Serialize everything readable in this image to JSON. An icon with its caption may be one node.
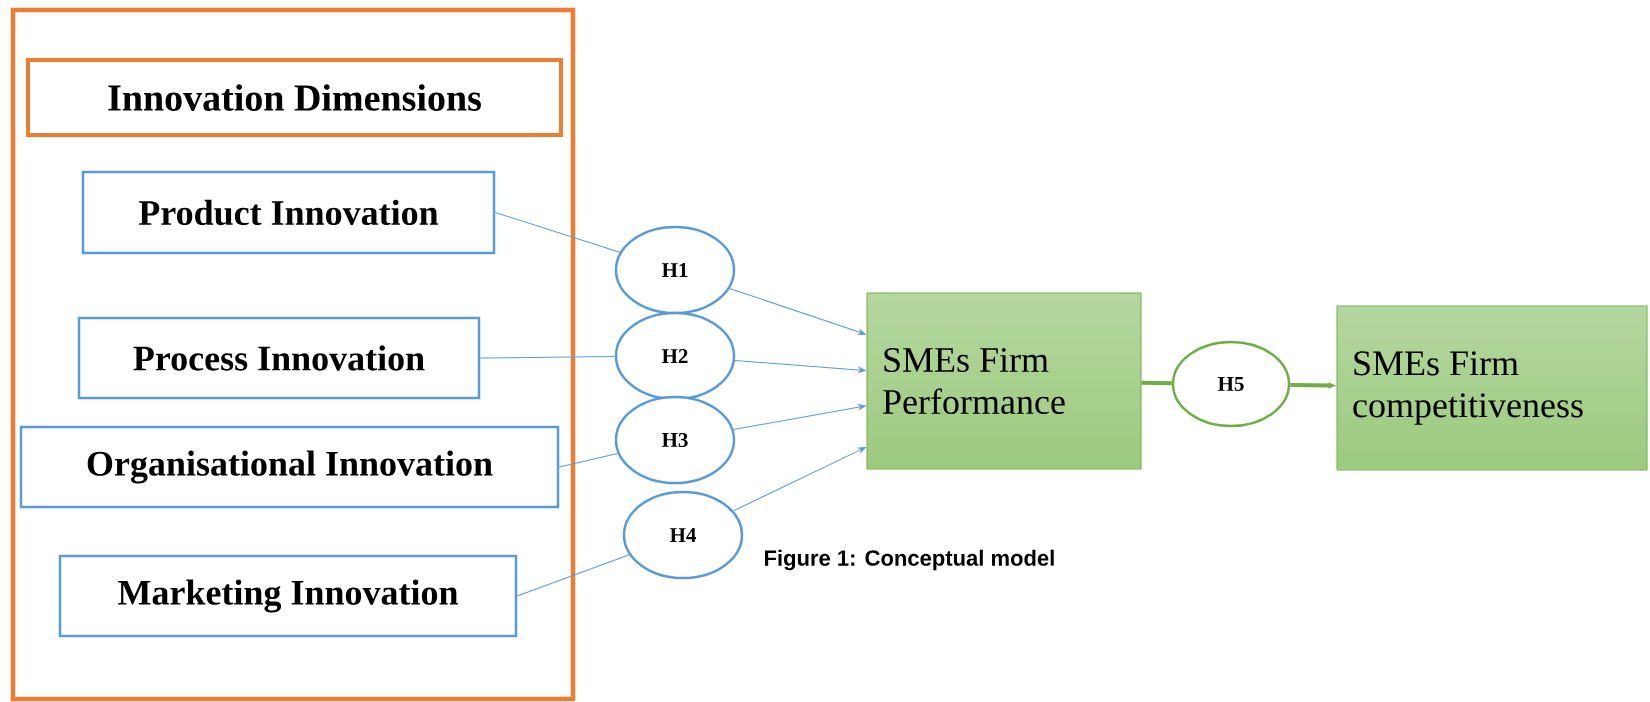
{
  "diagram": {
    "caption": "Figure 1: Conceptual model",
    "nodes": [
      {
        "text": [],
        "shape": "box"
      },
      {
        "text": [
          "Innovation Dimensions"
        ],
        "in": 0
      },
      {
        "text": [
          "Product Innovation"
        ],
        "in": 0
      },
      {
        "text": [
          "Process Innovation"
        ],
        "in": 0
      },
      {
        "text": [
          "Organisational Innovation"
        ],
        "in": 0
      },
      {
        "text": [
          "Marketing Innovation"
        ],
        "in": 0
      },
      {
        "text": [
          "H1"
        ]
      },
      {
        "text": [
          "H2"
        ]
      },
      {
        "text": [
          "H3"
        ]
      },
      {
        "text": [
          "H4"
        ]
      },
      {
        "text": [
          "SMEs Firm Performance"
        ]
      },
      {
        "text": [
          "H5"
        ]
      },
      {
        "text": [
          "SMEs Firm competitiveness"
        ]
      }
    ],
    "edges": [
      {
        "from": 2,
        "to": 6,
        "arrow": "none"
      },
      {
        "from": 6,
        "to": 10,
        "arrow": "to"
      },
      {
        "from": 3,
        "to": 7,
        "arrow": "none"
      },
      {
        "from": 7,
        "to": 10,
        "arrow": "to"
      },
      {
        "from": 4,
        "to": 8,
        "arrow": "none"
      },
      {
        "from": 8,
        "to": 10,
        "arrow": "to"
      },
      {
        "from": 5,
        "to": 9,
        "arrow": "none"
      },
      {
        "from": 9,
        "to": 10,
        "arrow": "to"
      },
      {
        "from": 10,
        "to": 11,
        "arrow": "none",
        "style": "thick",
        "color": "#70ad47"
      },
      {
        "from": 11,
        "to": 12,
        "arrow": "to",
        "style": "thick",
        "color": "#70ad47"
      }
    ]
  }
}
